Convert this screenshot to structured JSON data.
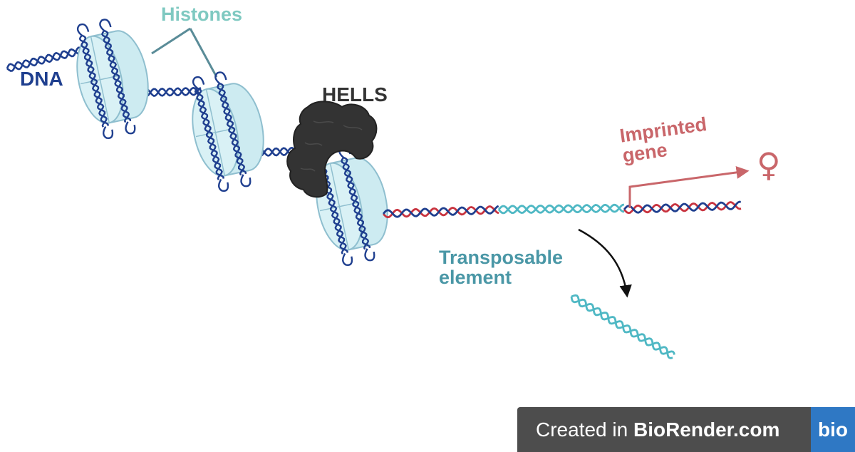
{
  "labels": {
    "dna": "DNA",
    "histones": "Histones",
    "hells": "HELLS",
    "imprinted_line1": "Imprinted",
    "imprinted_line2": "gene",
    "transposable_line1": "Transposable",
    "transposable_line2": "element",
    "female_symbol": "♀"
  },
  "branding": {
    "created_in": "Created in ",
    "brand": "BioRender.com",
    "badge": "bio"
  },
  "colors": {
    "dna_blue": "#1f3f8f",
    "dna_red": "#c8333f",
    "transposon_teal": "#4fb8c4",
    "histone_fill": "#cdebf1",
    "histone_stroke": "#8fbfcf",
    "histones_label": "#7fc9c1",
    "hells_protein": "#333333",
    "imprinted_color": "#c9666a",
    "transposable_label": "#4a97a6",
    "banner_bg": "#4d4d4d",
    "badge_bg": "#2f78c4"
  }
}
